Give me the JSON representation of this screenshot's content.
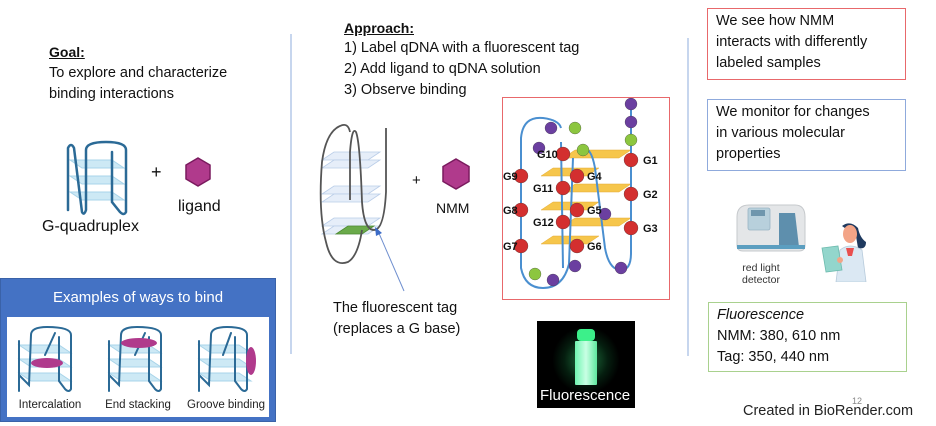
{
  "goal": {
    "heading": "Goal:",
    "text_lines": [
      "To explore and characterize",
      "binding interactions"
    ]
  },
  "left_diagram": {
    "structure_label": "G-quadruplex",
    "plus": "+",
    "ligand_label": "ligand"
  },
  "examples": {
    "title": "Examples of ways to bind",
    "items": [
      {
        "label": "Intercalation"
      },
      {
        "label": "End stacking"
      },
      {
        "label": "Groove binding"
      }
    ]
  },
  "approach": {
    "heading": "Approach:",
    "steps": [
      "1) Label qDNA with a fluorescent tag",
      "2) Add ligand to qDNA solution",
      "3) Observe binding"
    ]
  },
  "middle_diagram": {
    "plus": "+",
    "ligand_label": "NMM",
    "tag_caption_lines": [
      "The fluorescent tag",
      "(replaces a G base)"
    ]
  },
  "structure_diagram": {
    "g_labels": [
      "G1",
      "G2",
      "G3",
      "G4",
      "G5",
      "G6",
      "G7",
      "G8",
      "G9",
      "G10",
      "G11",
      "G12"
    ]
  },
  "fluorescence_photo": {
    "caption": "Fluorescence"
  },
  "right_panel": {
    "box_red_lines": [
      "We see how NMM",
      "interacts with differently",
      "labeled samples"
    ],
    "box_blue_lines": [
      "We monitor for changes",
      "in various molecular",
      "properties"
    ],
    "detector_label_lines": [
      "red light",
      "detector"
    ],
    "fluorescence_box": {
      "title": "Fluorescence",
      "lines": [
        "NMM: 380, 610 nm",
        "Tag: 350, 440 nm"
      ]
    }
  },
  "footer": {
    "page_number": "12",
    "credit": "Created in BioRender.com"
  },
  "colors": {
    "red_box_border": "#e8686b",
    "blue_box_border": "#8faadc",
    "green_box_border": "#a9d18e",
    "examples_blue": "#4472c4",
    "ligand_magenta": "#b03a8c",
    "divider": "#c7d6ee"
  }
}
